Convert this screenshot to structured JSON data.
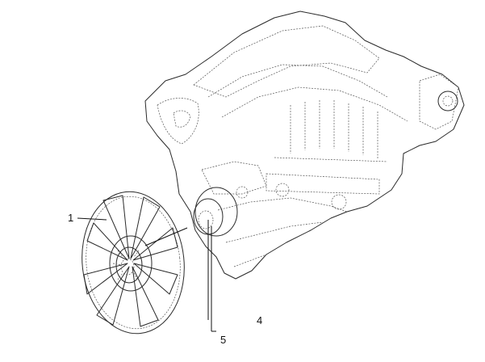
{
  "callouts": [
    {
      "id": "1",
      "text": "1"
    },
    {
      "id": "4",
      "text": "4"
    },
    {
      "id": "5",
      "text": "5"
    }
  ]
}
